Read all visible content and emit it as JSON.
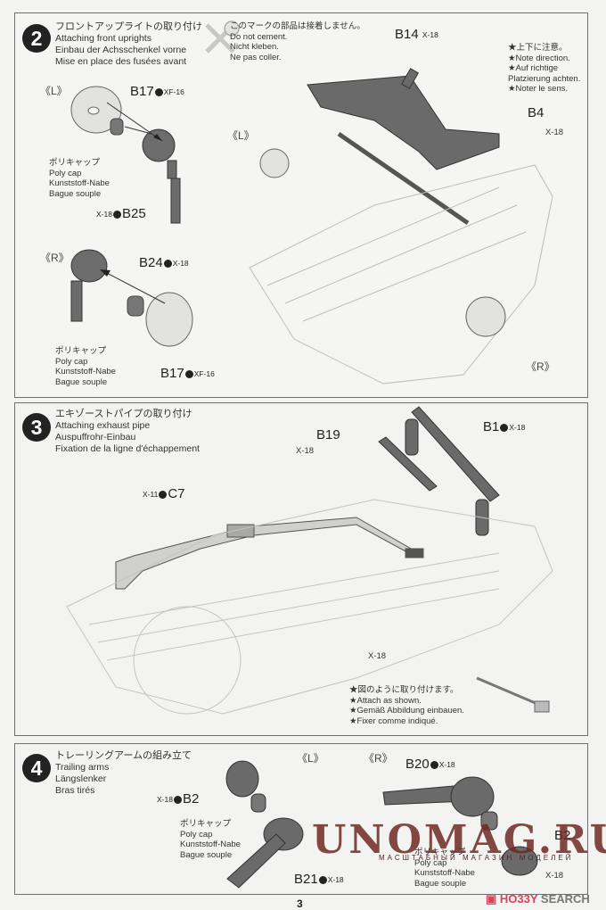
{
  "page_number": "3",
  "steps": [
    {
      "number": "2",
      "title_jp": "フロントアップライトの取り付け",
      "title_en": "Attaching front uprights",
      "title_de": "Einbau der Achsschenkel vorne",
      "title_fr": "Mise en place des fusées avant",
      "no_cement": {
        "jp": "このマークの部品は接着しません。",
        "en": "Do not cement.",
        "de": "Nicht kleben.",
        "fr": "Ne pas coller."
      },
      "note": {
        "jp": "★上下に注意。",
        "en": "★Note direction.",
        "de1": "★Auf richtige",
        "de2": "Platzierung achten.",
        "fr": "★Noter le sens."
      },
      "side_left": "《L》",
      "side_right": "《R》",
      "side_left_main": "《L》",
      "side_right_main": "《R》",
      "parts": [
        {
          "part": "B17",
          "paint": "XF-16"
        },
        {
          "part": "B25",
          "paint": "X-18"
        },
        {
          "part": "B24",
          "paint": "X-18"
        },
        {
          "part": "B17",
          "paint": "XF-16"
        },
        {
          "part": "B14",
          "paint": "X-18"
        },
        {
          "part": "B4",
          "paint": "X-18"
        }
      ],
      "polycap": {
        "jp": "ポリキャップ",
        "en": "Poly cap",
        "de": "Kunststoff-Nabe",
        "fr": "Bague souple"
      }
    },
    {
      "number": "3",
      "title_jp": "エキゾーストパイプの取り付け",
      "title_en": "Attaching exhaust pipe",
      "title_de": "Auspuffrohr-Einbau",
      "title_fr": "Fixation de la ligne d'échappement",
      "parts": [
        {
          "part": "B19",
          "paint": "X-18"
        },
        {
          "part": "B1",
          "paint": "X-18"
        },
        {
          "part": "C7",
          "paint": "X-11"
        }
      ],
      "paint_extra": "X-18",
      "note": {
        "jp": "★図のように取り付けます。",
        "en": "★Attach as shown.",
        "de": "★Gemäß Abbildung einbauen.",
        "fr": "★Fixer comme indiqué."
      }
    },
    {
      "number": "4",
      "title_jp": "トレーリングアームの組み立て",
      "title_en": "Trailing arms",
      "title_de": "Längslenker",
      "title_fr": "Bras tirés",
      "side_left": "《L》",
      "side_right": "《R》",
      "parts": [
        {
          "part": "B2",
          "paint": "X-18"
        },
        {
          "part": "B21",
          "paint": "X-18"
        },
        {
          "part": "B20",
          "paint": "X-18"
        },
        {
          "part": "B2",
          "paint": "X-18"
        }
      ],
      "polycap": {
        "jp": "ポリキャップ",
        "en": "Poly cap",
        "de": "Kunststoff-Nabe",
        "fr": "Bague souple"
      }
    }
  ],
  "watermark": {
    "main": "UNOMAG.RU",
    "sub": "МАСШТАБНЫЙ МАГАЗИН МОДЕЛЕЙ"
  },
  "logo": {
    "hobby": "▣ HO33Y",
    "search": "SEARCH"
  }
}
